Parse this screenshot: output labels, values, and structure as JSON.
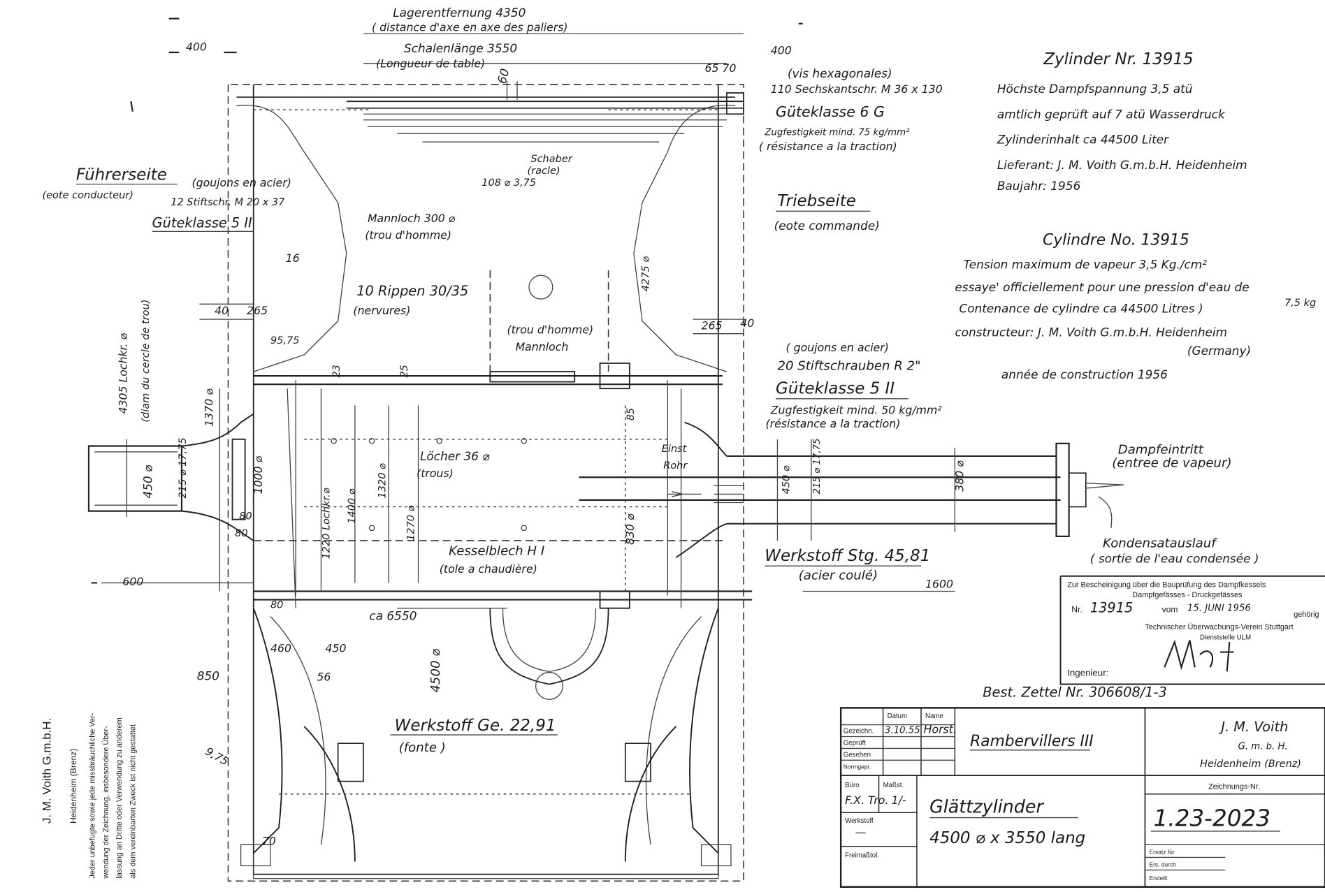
{
  "top_dims": {
    "bearing_distance": "Lagerentfernung 4350",
    "bearing_distance_fr": "( distance d'axe en axe des paliers)",
    "shell_length": "Schalenlänge 3550",
    "shell_length_fr": "(Longueur de table)"
  },
  "dims": {
    "d_400_left": "400",
    "d_400_right": "400",
    "d_6570": "65 70",
    "d_60": "60",
    "d_108": "108 ⌀ 3,75",
    "d_16": "16",
    "d_40_left": "40",
    "d_265_left": "265",
    "d_265_right": "265",
    "d_40_right": "40",
    "d_9575": "95,75",
    "d_4305": "4305 Lochkr. ⌀",
    "d_4305_fr": "(diam du cercle de trou)",
    "d_1370": "1370 ⌀",
    "d_450": "450 ⌀",
    "d_215": "215 ⌀ 17,75",
    "d_1000": "1000 ⌀",
    "d_80a": "80",
    "d_80b": "80",
    "d_80c": "80",
    "d_1220": "1220 Lochkr.⌀",
    "d_1400": "1400 ⌀",
    "d_1320": "1320 ⌀",
    "d_1270": "1270 ⌀",
    "d_23": "23",
    "d_25": "25",
    "d_85": "85",
    "d_830": "830 ⌀",
    "d_4275": "4275 ⌀",
    "d_450r": "450 ⌀",
    "d_215r": "215 ⌀ 17,75",
    "d_380": "380 ⌀",
    "d_600": "600",
    "d_6550": "ca 6550",
    "d_4500": "4500 ⌀",
    "d_460": "460",
    "d_450c": "450",
    "d_56": "56",
    "d_850": "850",
    "d_975": "9,75",
    "d_70": "70",
    "d_1600": "1600"
  },
  "labels": {
    "screws": "(vis hexagonales)",
    "screws_de": "110 Sechskantschr. M 36 x 130",
    "grade_6g": "Güteklasse 6 G",
    "tensile_6g": "Zugfestigkeit mind. 75 kg/mm²",
    "tensile_6g_fr": "( résistance a la traction)",
    "scraper": "Schaber",
    "scraper_fr": "(racle)",
    "operator_side": "Führerseite",
    "operator_side_fr": "(eote conducteur)",
    "studs_left_fr": "(goujons en acier)",
    "studs_left": "12 Stiftschr. M 20 x 37",
    "grade_5_left": "Güteklasse 5 II",
    "manhole_top": "Mannloch 300 ⌀",
    "manhole_top_fr": "(trou d'homme)",
    "ribs": "10 Rippen 30/35",
    "ribs_fr": "(nervures)",
    "manhole_fr": "(trou d'homme)",
    "manhole": "Mannloch",
    "drive_side": "Triebseite",
    "drive_side_fr": "(eote commande)",
    "studs_right_fr": "( goujons en acier)",
    "studs_right": "20 Stiftschrauben R 2\"",
    "grade_5_right": "Güteklasse 5 II",
    "tensile_5": "Zugfestigkeit mind. 50 kg/mm²",
    "tensile_5_fr": "(résistance a la traction)",
    "holes": "Löcher 36 ⌀",
    "holes_fr": "(trous)",
    "inlet_short": "Einst",
    "inlet_short2": "Rohr",
    "steam_inlet": "Dampfeintritt",
    "steam_inlet_fr": "(entree de vapeur)",
    "condensate": "Kondensatauslauf",
    "condensate_fr": "( sortie de l'eau condensée )",
    "boiler_plate": "Kesselblech H I",
    "boiler_plate_fr": "(tole a chaudière)",
    "material_steel": "Werkstoff Stg. 45,81",
    "material_steel_fr": "(acier coulé)",
    "material_cast": "Werkstoff Ge. 22,91",
    "material_cast_fr": "(fonte )",
    "best_nr": "Best. Zettel Nr. 306608/1-3"
  },
  "cylinder_de": {
    "title": "Zylinder Nr. 13915",
    "line1": "Höchste Dampfspannung  3,5  atü",
    "line2": "amtlich geprüft auf 7 atü Wasserdruck",
    "line3": "Zylinderinhalt ca 44500 Liter",
    "line4": "Lieferant: J. M. Voith G.m.b.H. Heidenheim",
    "line5": "Baujahr: 1956"
  },
  "cylinder_fr": {
    "title": "Cylindre No. 13915",
    "line1": "Tension maximum de vapeur 3,5 Kg./cm²",
    "line2": "essaye' officiellement pour une pression d'eau de",
    "line2b": "7,5 kg",
    "line3": "Contenance de cylindre ca 44500 Litres )",
    "line4": "constructeur: J. M. Voith G.m.b.H. Heidenheim",
    "line5": "(Germany)",
    "line6": "année de construction 1956"
  },
  "stamp": {
    "line1": "Zur Bescheinigung über die Bauprüfung des Dampfkessels",
    "line2": "Dampfgefässes - Druckgefässes",
    "nr_label": "Nr.",
    "nr_value": "13915",
    "vom_label": "vom",
    "date": "15. JUNI 1956",
    "belongs": "gehörig",
    "org": "Technischer Überwachungs-Verein Stuttgart",
    "office": "Dienststelle ULM",
    "engineer_label": "Ingenieur:"
  },
  "title_block": {
    "row_drawn": "Gezeichn.",
    "row_checked": "Geprüft",
    "row_seen": "Gesehen",
    "row_std": "Normgepr.",
    "col_date": "Datum",
    "col_name": "Name",
    "date_drawn": "3.10.55",
    "name_drawn": "Horst.",
    "project": "Rambervillers III",
    "company": "J. M. Voith",
    "company_form": "G. m. b. H.",
    "company_city": "Heidenheim (Brenz)",
    "office_label": "Büro",
    "office_value": "F.X. Tro.",
    "scale_label": "Maßst.",
    "scale_value": "1/-",
    "material_label": "Werkstoff",
    "material_value": "—",
    "tolerance_label": "Freimaßtol.",
    "part_title": "Glättzylinder",
    "part_size": "4500 ⌀ x 3550 lang",
    "drawing_no_label": "Zeichnungs-Nr.",
    "drawing_no": "1.23-2023",
    "replaces": "Ersatz für",
    "replaced_by": "Ers. durch",
    "created": "Erstellt"
  },
  "side_notice": {
    "company": "J. M. Voith G.m.b.H.",
    "city": "Heidenheim (Brenz)",
    "l1": "Jeder unbefugte sowie jede missbräuchliche Ver-",
    "l2": "wendung der Zeichnung, insbesondere Über-",
    "l3": "lassung an Dritte oder Verwendung zu anderem",
    "l4": "als dem vereinbarten Zweck ist nicht gestattet"
  }
}
